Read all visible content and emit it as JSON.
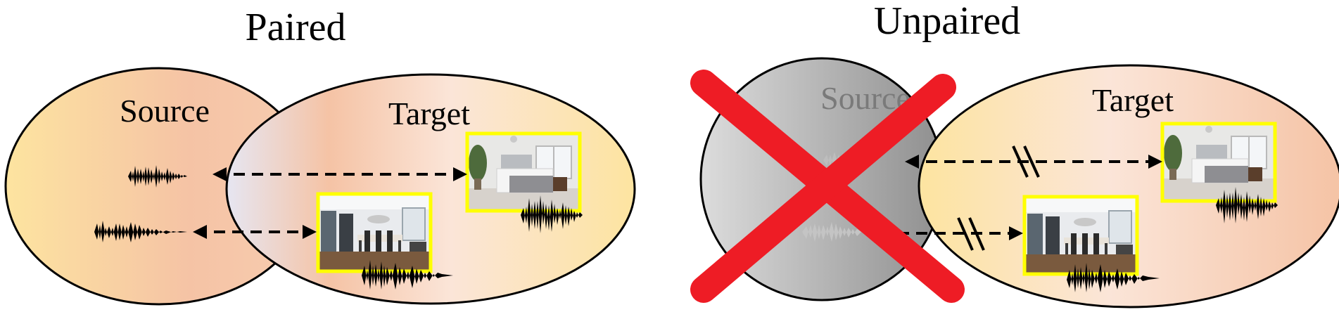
{
  "paired": {
    "title": "Paired",
    "source_label": "Source",
    "target_label": "Target"
  },
  "unpaired": {
    "title": "Unpaired",
    "source_label": "Source",
    "target_label": "Target"
  },
  "colors": {
    "cross": "#ee1c25",
    "image_border": "#ffff00",
    "warm_light": "#fde5a6",
    "warm_peach": "#f5c3a5",
    "cool_tint": "#e6e6f2",
    "gray_light": "#d8d8d8",
    "gray_dark": "#9a9a9a"
  }
}
